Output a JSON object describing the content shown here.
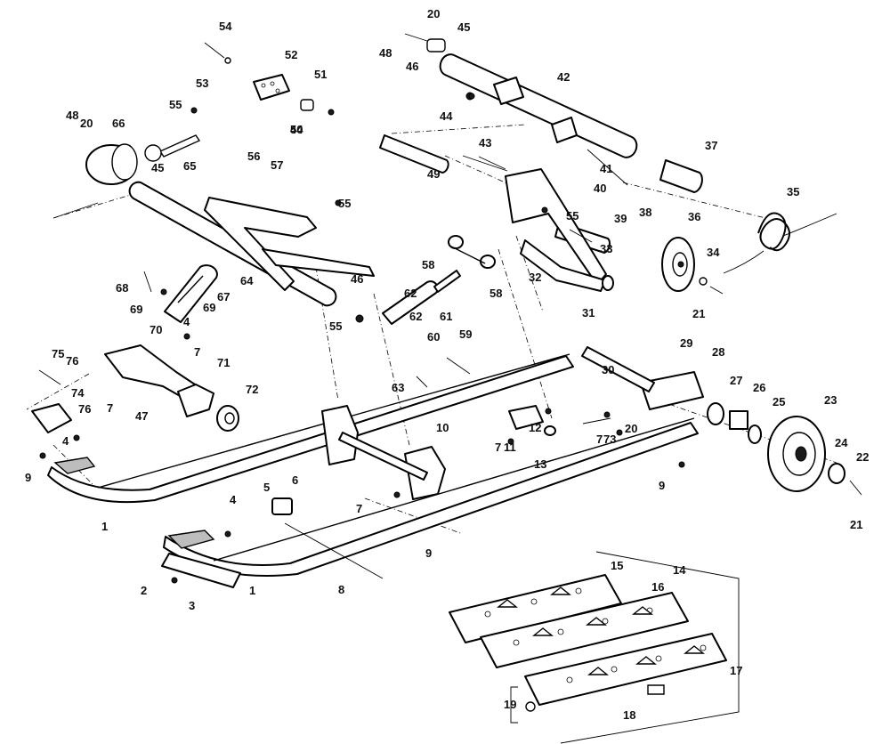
{
  "diagram": {
    "callouts": [
      "1",
      "1",
      "2",
      "3",
      "4",
      "4",
      "4",
      "5",
      "6",
      "7",
      "7",
      "7",
      "7",
      "7",
      "8",
      "9",
      "9",
      "9",
      "10",
      "11",
      "12",
      "13",
      "14",
      "15",
      "16",
      "17",
      "18",
      "19",
      "20",
      "20",
      "20",
      "21",
      "21",
      "22",
      "23",
      "24",
      "25",
      "26",
      "27",
      "28",
      "29",
      "30",
      "31",
      "32",
      "33",
      "34",
      "35",
      "36",
      "37",
      "38",
      "39",
      "40",
      "41",
      "42",
      "43",
      "44",
      "44",
      "45",
      "45",
      "46",
      "46",
      "47",
      "48",
      "48",
      "49",
      "50",
      "51",
      "52",
      "53",
      "54",
      "55",
      "55",
      "55",
      "55",
      "56",
      "57",
      "58",
      "58",
      "59",
      "60",
      "61",
      "62",
      "62",
      "63",
      "64",
      "65",
      "66",
      "67",
      "68",
      "69",
      "69",
      "70",
      "71",
      "72",
      "73",
      "74",
      "75",
      "76",
      "76"
    ]
  }
}
